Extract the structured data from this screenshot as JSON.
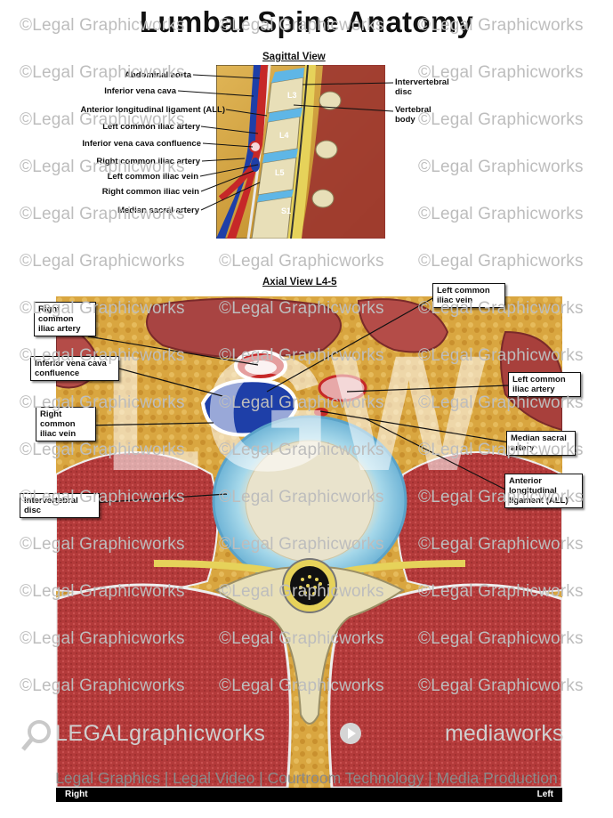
{
  "title": "Lumbar Spine Anatomy",
  "sagittal": {
    "title": "Sagittal View",
    "left_labels": [
      "Abdominal aorta",
      "Inferior vena cava",
      "Anterior longitudinal ligament (ALL)",
      "Left common iliac artery",
      "Inferior vena cava confluence",
      "Right common iliac artery",
      "Left common iliac vein",
      "Right common iliac vein",
      "Median sacral artery"
    ],
    "right_labels": [
      "Intervertebral disc",
      "Vertebral body"
    ],
    "vertebra_labels": [
      "L3",
      "L4",
      "L5",
      "S1"
    ]
  },
  "axial": {
    "title": "Axial View L4-5",
    "callouts": {
      "right_common_iliac_artery": "Right common iliac artery",
      "ivc_confluence": "Inferior vena cava confluence",
      "right_common_iliac_vein": "Right common iliac vein",
      "intervertebral_disc": "Intervertebral disc",
      "left_common_iliac_vein": "Left common iliac vein",
      "left_common_iliac_artery": "Left common iliac artery",
      "median_sacral_artery": "Median sacral artery",
      "anterior_longitudinal_ligament": "Anterior longitudinal ligament (ALL)"
    },
    "orientation": {
      "right": "Right",
      "left": "Left"
    },
    "big_watermark": "LGW"
  },
  "watermark_text": "©Legal Graphicworks",
  "logo_left": "LEGALgraphicworks",
  "logo_right": "mediaworks",
  "footer": "Legal Graphics | Legal Video | Courtroom Technology | Media Production",
  "colors": {
    "artery": "#c62828",
    "vein": "#1e3fa8",
    "disc": "#7fc3dc",
    "muscle": "#b33a3a",
    "fat": "#d9a640"
  }
}
